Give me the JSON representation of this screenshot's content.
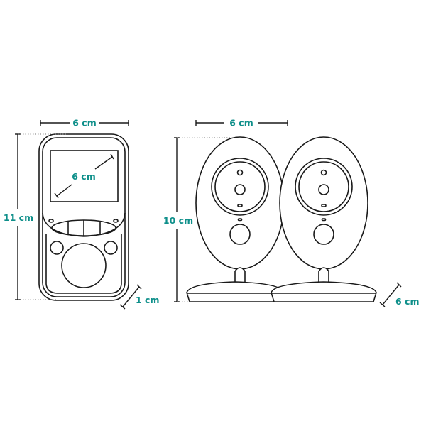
{
  "colors": {
    "label": "#0e8f8a",
    "line": "#1a1a1a"
  },
  "monitor": {
    "width_label": "6 cm",
    "height_label": "11 cm",
    "screen_label": "6 cm",
    "depth_label": "1 cm"
  },
  "camera": {
    "width_label": "6 cm",
    "height_label": "10 cm",
    "depth_label": "6 cm"
  }
}
